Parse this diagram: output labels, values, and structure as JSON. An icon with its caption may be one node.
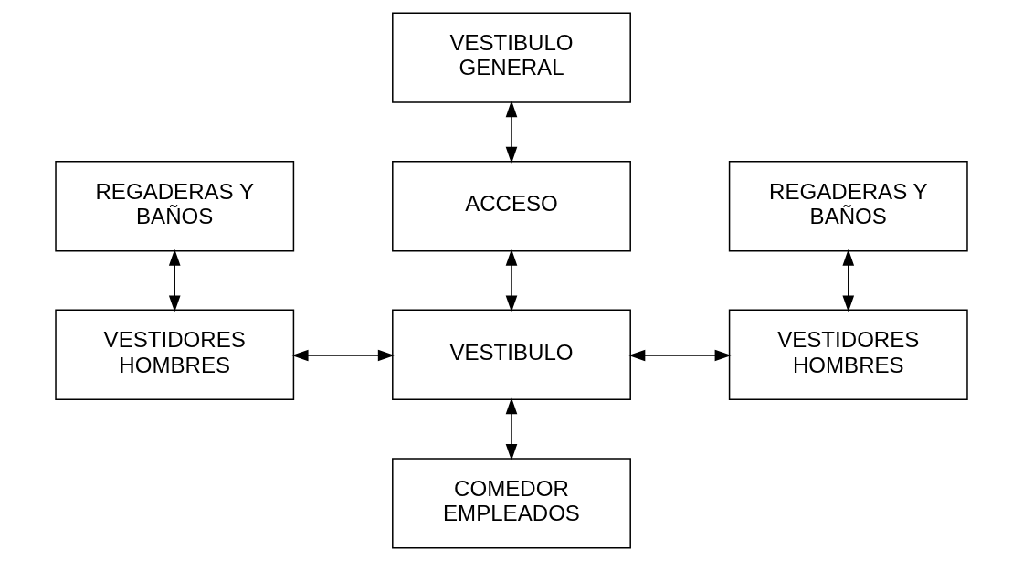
{
  "diagram": {
    "nodes": [
      {
        "text": [
          "VESTIBULO GENERAL"
        ]
      },
      {
        "text": [
          "REGADERAS Y BAÑOS"
        ]
      },
      {
        "text": [
          "ACCESO"
        ]
      },
      {
        "text": [
          "REGADERAS Y BAÑOS"
        ]
      },
      {
        "text": [
          "VESTIDORES HOMBRES"
        ]
      },
      {
        "text": [
          "VESTIBULO"
        ]
      },
      {
        "text": [
          "VESTIDORES HOMBRES"
        ]
      },
      {
        "text": [
          "COMEDOR EMPLEADOS"
        ]
      }
    ],
    "edges": [
      {
        "from": 0,
        "to": 2,
        "arrow": "both"
      },
      {
        "from": 2,
        "to": 5,
        "arrow": "both"
      },
      {
        "from": 1,
        "to": 4,
        "arrow": "both"
      },
      {
        "from": 4,
        "to": 5,
        "arrow": "both"
      },
      {
        "from": 5,
        "to": 6,
        "arrow": "both"
      },
      {
        "from": 3,
        "to": 6,
        "arrow": "both"
      },
      {
        "from": 5,
        "to": 7,
        "arrow": "both"
      }
    ]
  }
}
